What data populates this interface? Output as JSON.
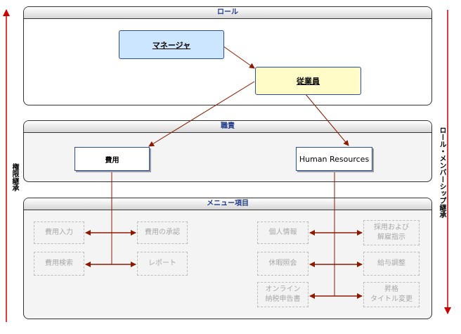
{
  "sections": {
    "roles": "ロール",
    "duties": "職責",
    "menu": "メニュー項目"
  },
  "roles": {
    "manager": "マネージャ",
    "employee": "従業員"
  },
  "duties": {
    "expense": "費用",
    "hr": "Human Resources"
  },
  "menu_items": {
    "expense_entry": "費用入力",
    "expense_approval": "費用の承認",
    "expense_search": "費用検索",
    "report": "レポート",
    "personal_info": "個人情報",
    "hire_fire_1": "採用および",
    "hire_fire_2": "解雇指示",
    "leave_inquiry": "休暇照会",
    "salary_adjust": "給与調整",
    "online_tax_1": "オンライン",
    "online_tax_2": "納税申告書",
    "promo_1": "昇格",
    "promo_2": "タイトル変更"
  },
  "side_labels": {
    "left": "権限継承",
    "right": "ロール・メンバーシップ継承"
  },
  "colors": {
    "connector": "#8b1a00",
    "side_arrow": "#cc0000",
    "manager_fill": "#cde6ff",
    "employee_fill": "#fffcc8"
  }
}
